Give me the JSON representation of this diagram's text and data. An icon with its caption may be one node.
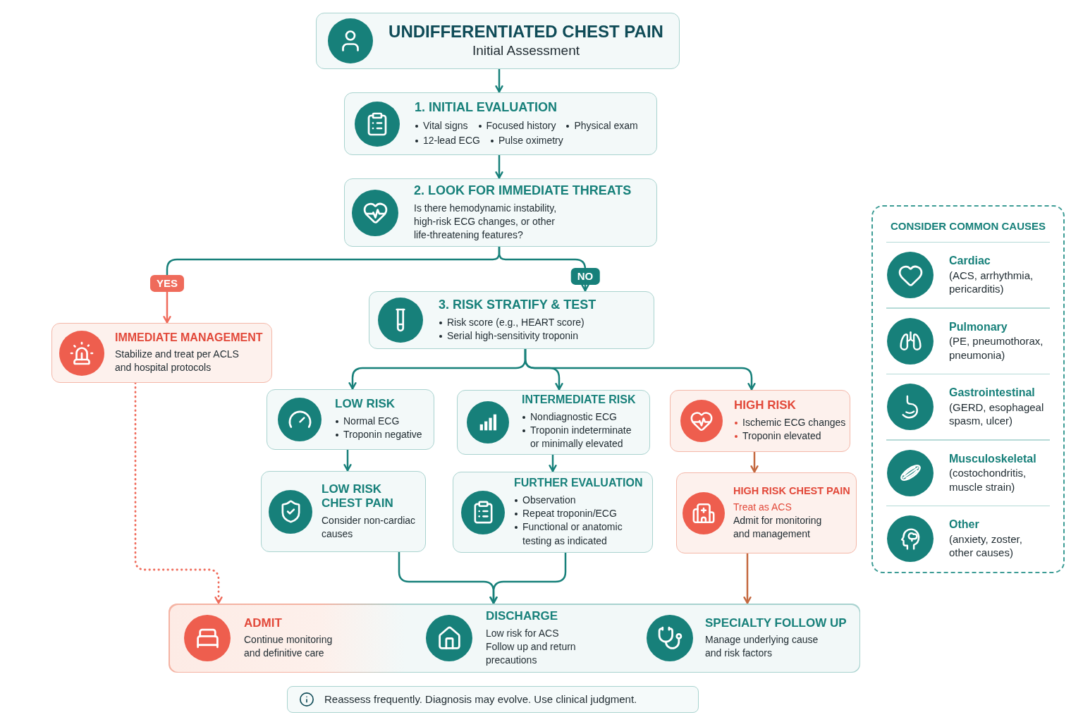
{
  "diagram": {
    "nodes": [
      {
        "text": [
          "UNDIFFERENTIATED CHEST PAIN",
          "Initial Assessment"
        ]
      },
      {
        "text": [
          "1. INITIAL EVALUATION",
          "Vital signs",
          "Focused history",
          "Physical exam",
          "12-lead ECG",
          "Pulse oximetry"
        ]
      },
      {
        "text": [
          "2. LOOK FOR IMMEDIATE THREATS",
          "Is there hemodynamic instability, high-risk ECG changes, or other life-threatening features?"
        ]
      },
      {
        "text": [
          "IMMEDIATE MANAGEMENT",
          "Stabilize and treat per ACLS and hospital protocols"
        ]
      },
      {
        "text": [
          "3. RISK STRATIFY & TEST",
          "Risk score (e.g., HEART score)",
          "Serial high-sensitivity troponin"
        ]
      },
      {
        "text": [
          "LOW RISK",
          "Normal ECG",
          "Troponin negative"
        ]
      },
      {
        "text": [
          "INTERMEDIATE RISK",
          "Nondiagnostic ECG",
          "Troponin indeterminate or minimally elevated"
        ]
      },
      {
        "text": [
          "HIGH RISK",
          "Ischemic ECG changes",
          "Troponin elevated"
        ]
      },
      {
        "text": [
          "LOW RISK CHEST PAIN",
          "Consider non-cardiac causes"
        ]
      },
      {
        "text": [
          "FURTHER EVALUATION",
          "Observation",
          "Repeat troponin/ECG",
          "Functional or anatomic testing as indicated"
        ]
      },
      {
        "text": [
          "HIGH RISK CHEST PAIN",
          "Treat as ACS",
          "Admit for monitoring and management"
        ]
      },
      {
        "text": [],
        "shape": "box"
      },
      {
        "text": [
          "ADMIT",
          "Continue monitoring and definitive care"
        ],
        "in": 11
      },
      {
        "text": [
          "DISCHARGE",
          "Low risk for ACS",
          "Follow up and return precautions"
        ],
        "in": 11
      },
      {
        "text": [
          "SPECIALTY FOLLOW UP",
          "Manage underlying cause and risk factors"
        ],
        "in": 11
      },
      {
        "text": [
          "Reassess frequently. Diagnosis may evolve. Use clinical judgment."
        ]
      },
      {
        "text": [
          "CONSIDER COMMON CAUSES",
          "Cardiac",
          "(ACS, arrhythmia, pericarditis)",
          "Pulmonary",
          "(PE, pneumothorax, pneumonia)",
          "Gastrointestinal",
          "(GERD, esophageal spasm, ulcer)",
          "Musculoskeletal",
          "(costochondritis, muscle strain)",
          "Other",
          "(anxiety, zoster, other causes)"
        ]
      }
    ],
    "edges": [
      {
        "from": 0,
        "to": 1,
        "arrow": "to"
      },
      {
        "from": 1,
        "to": 2,
        "arrow": "to"
      },
      {
        "from": 2,
        "to": 3,
        "arrow": "to",
        "label": "YES",
        "color": "#ef6b5b"
      },
      {
        "from": 2,
        "to": 4,
        "arrow": "to",
        "label": "NO"
      },
      {
        "from": 4,
        "to": 5,
        "arrow": "to"
      },
      {
        "from": 4,
        "to": 6,
        "arrow": "to"
      },
      {
        "from": 4,
        "to": 7,
        "arrow": "to"
      },
      {
        "from": 5,
        "to": 8,
        "arrow": "to"
      },
      {
        "from": 6,
        "to": 9,
        "arrow": "to"
      },
      {
        "from": 7,
        "to": 10,
        "arrow": "to",
        "color": "#c4683f"
      },
      {
        "from": 3,
        "to": 12,
        "arrow": "to",
        "style": "dashed",
        "color": "#ef6b5b"
      },
      {
        "from": 8,
        "to": 13,
        "arrow": "to"
      },
      {
        "from": 9,
        "to": 13,
        "arrow": "to"
      },
      {
        "from": 10,
        "to": 14,
        "arrow": "to",
        "color": "#c4683f"
      }
    ]
  }
}
